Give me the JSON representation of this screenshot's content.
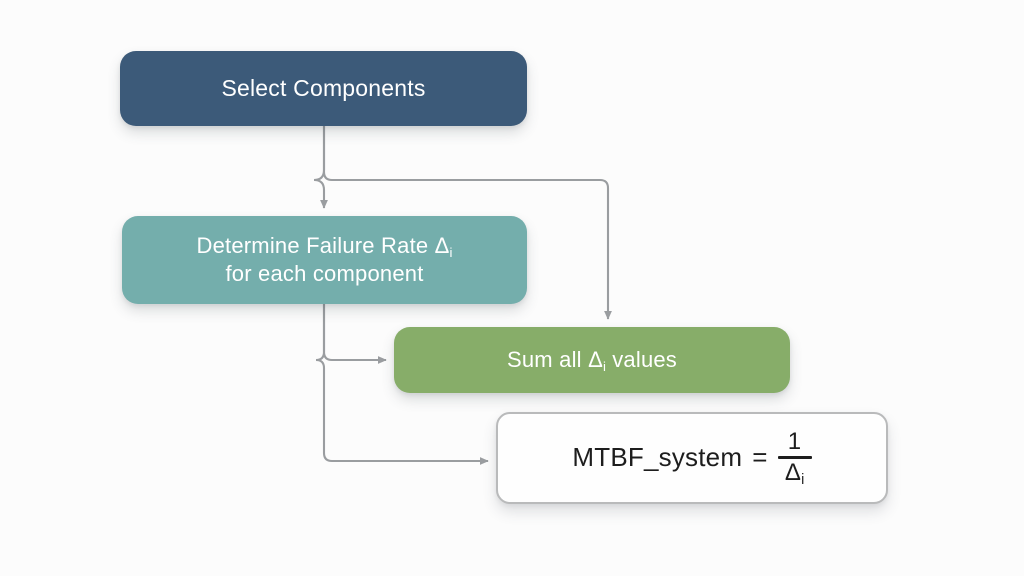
{
  "diagram": {
    "title": "MTBF system calculation flowchart",
    "background_color": "#fcfcfc",
    "connector_color": "#9a9da0",
    "nodes": [
      {
        "id": "select",
        "label": "Select Components",
        "fill": "#3c5a79",
        "text_color": "#ffffff"
      },
      {
        "id": "failure",
        "label_line1_prefix": "Determine Failure Rate ",
        "label_symbol": "Δ",
        "label_subscript": "i",
        "label_line2": "for each component",
        "fill": "#74aeac",
        "text_color": "#ffffff"
      },
      {
        "id": "sum",
        "label_prefix": "Sum all ",
        "label_symbol": "Δ",
        "label_subscript": "i",
        "label_suffix": " values",
        "fill": "#87ad69",
        "text_color": "#ffffff"
      },
      {
        "id": "formula",
        "lhs": "MTBF_system",
        "equals": "=",
        "numerator": "1",
        "denominator_symbol": "Δ",
        "denominator_subscript": "i",
        "fill": "#fefefe",
        "text_color": "#1d1d1d",
        "border_color": "#b9babb"
      }
    ],
    "edges": [
      {
        "id": "select-to-failure",
        "from": "select",
        "to": "failure"
      },
      {
        "id": "select-to-sum",
        "from": "select",
        "to": "sum"
      },
      {
        "id": "failure-to-sum",
        "from": "failure",
        "to": "sum"
      },
      {
        "id": "failure-to-formula",
        "from": "failure",
        "to": "formula"
      }
    ]
  }
}
